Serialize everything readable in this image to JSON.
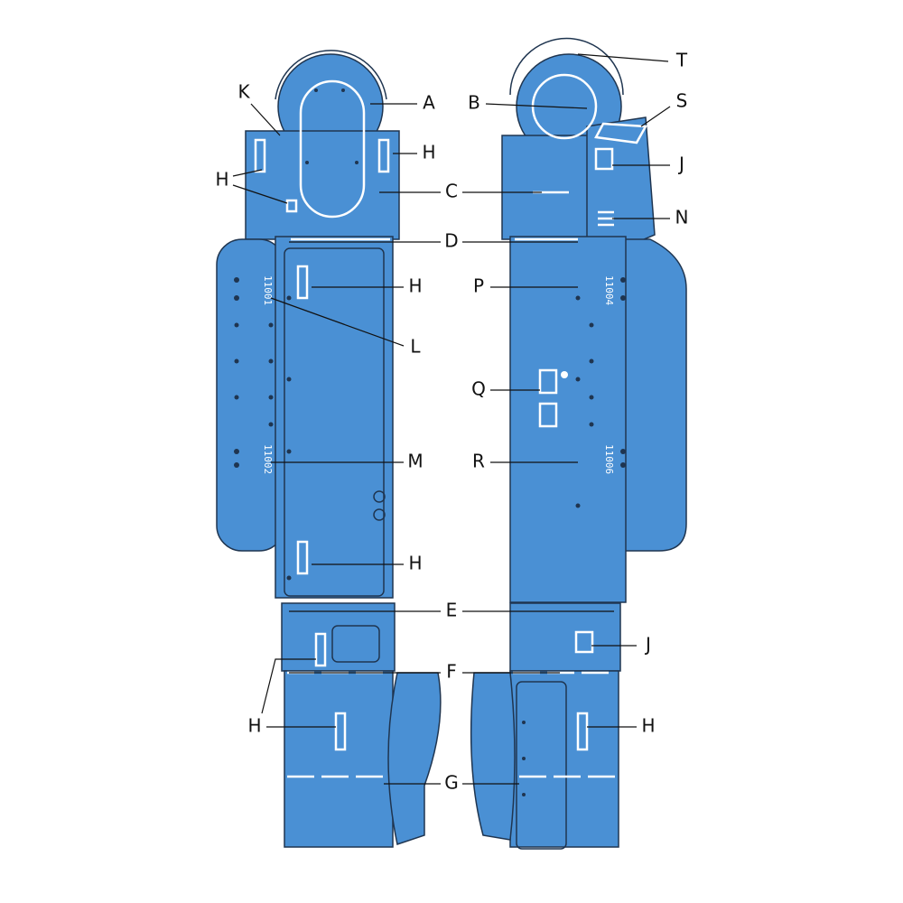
{
  "title": "Pressure suit panel callout diagram",
  "labels": [
    "T",
    "A",
    "K",
    "S",
    "B",
    "H",
    "J",
    "H",
    "C",
    "N",
    "D",
    "H",
    "P",
    "L",
    "Q",
    "M",
    "R",
    "H",
    "E",
    "J",
    "F",
    "H",
    "H",
    "G"
  ],
  "part_numbers": [
    "11001",
    "11002",
    "11004",
    "11006"
  ],
  "colors": {
    "body": "#4a90d4",
    "outline": "#1f3550",
    "marking": "#ffffff"
  }
}
